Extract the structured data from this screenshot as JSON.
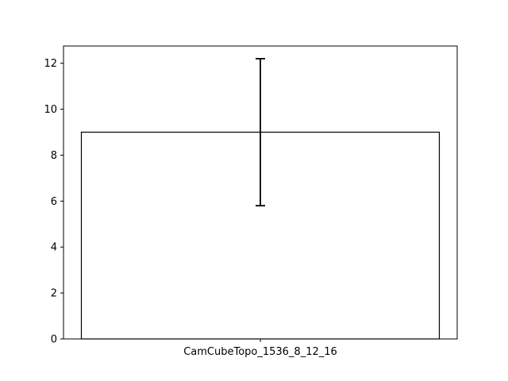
{
  "chart_data": {
    "type": "bar",
    "categories": [
      "CamCubeTopo_1536_8_12_16"
    ],
    "values": [
      9.0
    ],
    "error_low": [
      5.8
    ],
    "error_high": [
      12.2
    ],
    "ylim": [
      0,
      12.75
    ],
    "yticks": [
      0,
      2,
      4,
      6,
      8,
      10,
      12
    ],
    "title": "",
    "xlabel": "",
    "ylabel": "",
    "grid": false,
    "bar_fill": "#ffffff",
    "bar_edge": "#000000"
  }
}
